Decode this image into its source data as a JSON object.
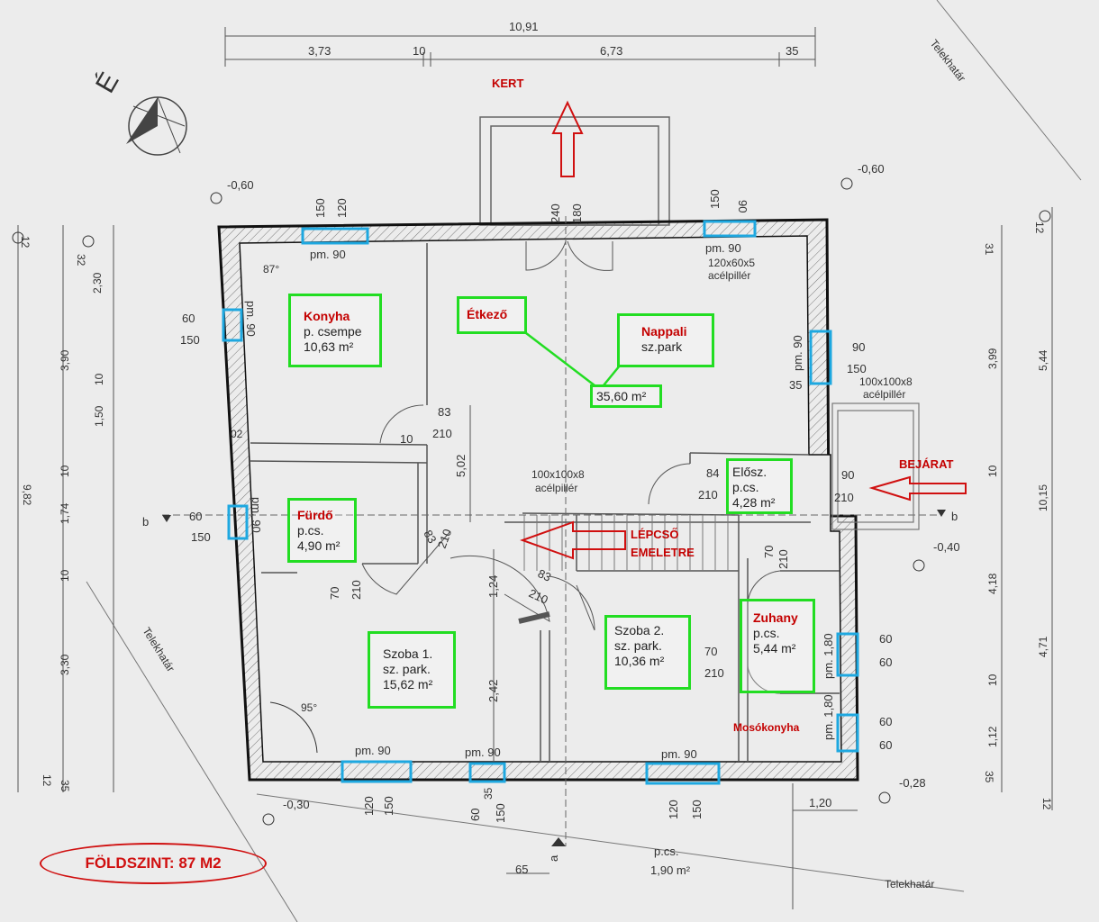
{
  "header": {
    "total_width": "10,91",
    "seg_1": "3,73",
    "seg_2": "10",
    "seg_3": "6,73",
    "seg_4": "35",
    "north_label": "É",
    "garden_label": "KERT",
    "plot_boundary": "Telekhatár"
  },
  "elevations": [
    "-0,60",
    "-0,60",
    "-0,40",
    "-0,28",
    "-0,30"
  ],
  "left_dims": [
    "12",
    "32",
    "2,30",
    "3,90",
    "10",
    "1,50",
    "10",
    "1,74",
    "10",
    "9,82",
    "3,30",
    "12",
    "35"
  ],
  "right_dims": [
    "12",
    "31",
    "3,99",
    "5,44",
    "10",
    "10,15",
    "4,18",
    "4,71",
    "10",
    "1,12",
    "35",
    "12"
  ],
  "openings": {
    "top_window_a": [
      "150",
      "120",
      "pm. 90"
    ],
    "top_door": [
      "240",
      "180"
    ],
    "top_window_b": [
      "150",
      "90",
      "pm. 90"
    ],
    "pillar_top": [
      "120x60x5",
      "acélpillér"
    ],
    "pillar_right": [
      "100x100x8",
      "acélpillér"
    ],
    "pillar_center": [
      "100x100x8",
      "acélpillér"
    ],
    "left_window_kitchen": [
      "60",
      "150",
      "pm. 90"
    ],
    "left_window_bath": [
      "60",
      "150",
      "pm. 90"
    ],
    "right_window_living": [
      "90",
      "150",
      "pm. 90",
      "35"
    ],
    "entrance_door": [
      "90",
      "210"
    ],
    "vestibule_door": [
      "84",
      "210"
    ],
    "kitchen_door": [
      "83",
      "210",
      "10"
    ],
    "center_dims": [
      "5,02",
      "1,24",
      "2,42"
    ],
    "stair_door": [
      "83",
      "210"
    ],
    "room2_door": [
      "83",
      "210"
    ],
    "bath_door": [
      "70",
      "210"
    ],
    "shower_door_top": [
      "70",
      "210"
    ],
    "shower_door_mid": [
      "70",
      "210"
    ],
    "shower_window": [
      "60",
      "60",
      "pm. 1,80"
    ],
    "laundry_window": [
      "60",
      "60",
      "pm. 1,80"
    ],
    "bottom_windows": [
      {
        "pm": "pm. 90",
        "a": "120",
        "b": "150"
      },
      {
        "pm": "pm. 90",
        "a": "60",
        "b": "150",
        "c": "35"
      },
      {
        "pm": "pm. 90",
        "a": "120",
        "b": "150"
      }
    ],
    "angles": [
      "87°",
      "95°"
    ],
    "section_a": "a",
    "section_b": "b",
    "misc": [
      "02",
      "1,20",
      "65"
    ]
  },
  "terrace": {
    "label": "p.cs.",
    "area": "1,90 m²"
  },
  "rooms": [
    {
      "id": "konyha",
      "name": "Konyha",
      "floor": "p. csempe",
      "area": "10,63 m²"
    },
    {
      "id": "etkezo",
      "name": "Étkező"
    },
    {
      "id": "nappali",
      "name": "Nappali",
      "floor": "sz.park"
    },
    {
      "id": "living_area",
      "area": "35,60 m²"
    },
    {
      "id": "eloszoba",
      "name": "Elősz.",
      "floor": "p.cs.",
      "area": "4,28 m²"
    },
    {
      "id": "furdo",
      "name": "Fürdő",
      "floor": "p.cs.",
      "area": "4,90 m²"
    },
    {
      "id": "szoba1",
      "name": "Szoba 1.",
      "floor": "sz. park.",
      "area": "15,62 m²"
    },
    {
      "id": "szoba2",
      "name": "Szoba 2.",
      "floor": "sz. park.",
      "area": "10,36 m²"
    },
    {
      "id": "zuhany",
      "name": "Zuhany",
      "floor": "p.cs.",
      "area": "5,44 m²"
    },
    {
      "id": "mosokonyha",
      "name": "Mosókonyha"
    }
  ],
  "annotations": {
    "entrance": "BEJÁRAT",
    "stairs_line1": "LÉPCSŐ",
    "stairs_line2": "EMELETRE",
    "floor_total": "FÖLDSZINT: 87 M2"
  },
  "colors": {
    "highlight_box": "#22dd22",
    "window_marker": "#1ea8e0",
    "annotation_red": "#c40000"
  }
}
